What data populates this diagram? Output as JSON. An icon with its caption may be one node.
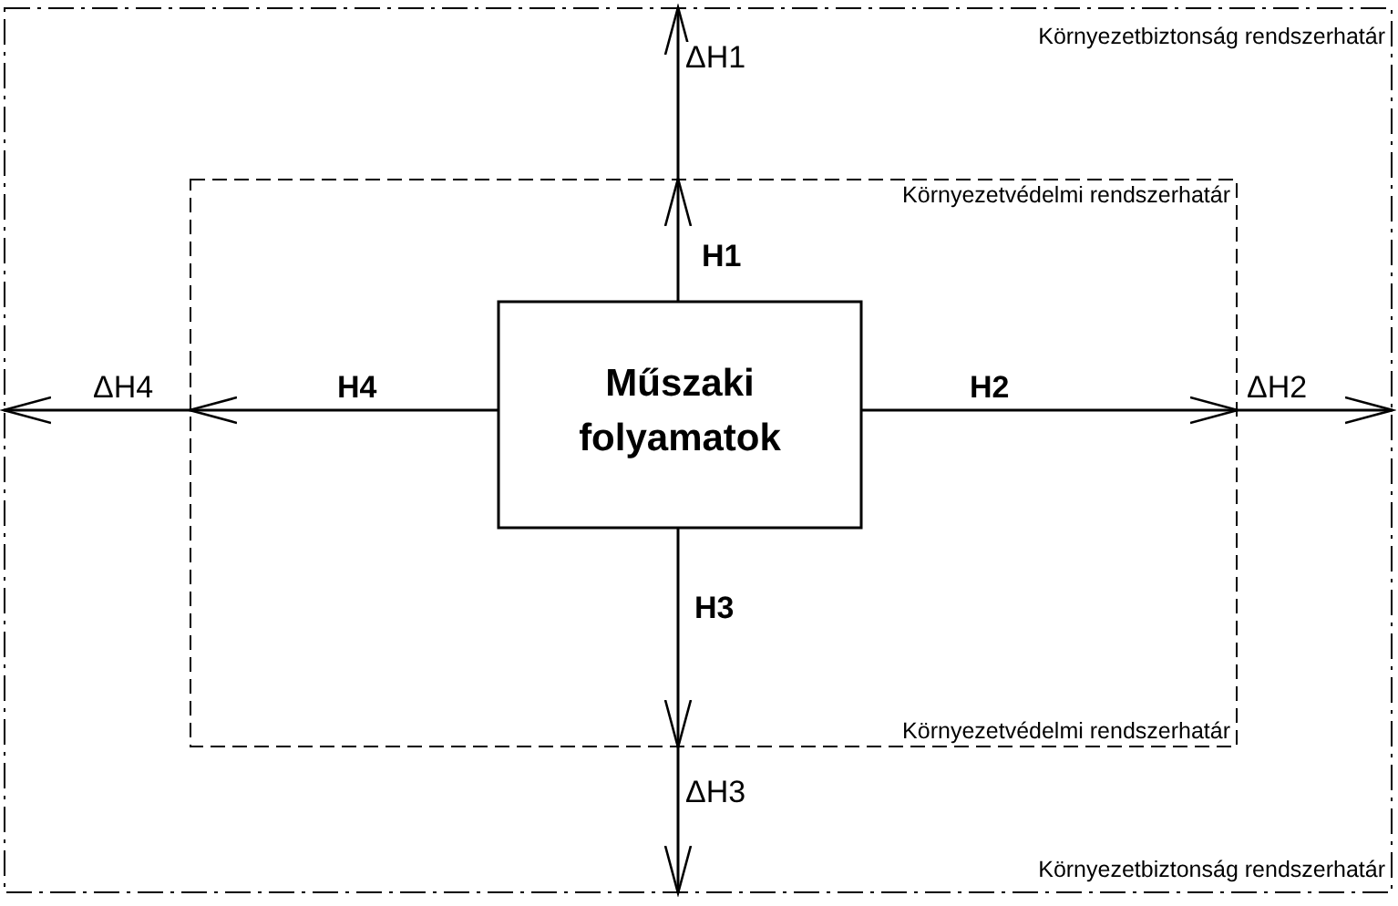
{
  "diagram": {
    "nodes": [
      {
        "text": [
          "Környezetbiztonság rendszerhatár",
          "Környezetbiztonság rendszerhatár"
        ]
      },
      {
        "text": [
          "Környezetvédelmi rendszerhatár",
          "Környezetvédelmi rendszerhatár"
        ],
        "in": 0
      },
      {
        "text": [
          "Műszaki folyamatok"
        ],
        "in": 1
      }
    ],
    "edges": [
      {
        "from": 1,
        "to": 0,
        "arrow": "to",
        "label": "ΔH1"
      },
      {
        "from": 2,
        "to": 1,
        "arrow": "to",
        "label": "H1"
      },
      {
        "from": 1,
        "to": 0,
        "arrow": "to",
        "label": "ΔH4"
      },
      {
        "from": 2,
        "to": 1,
        "arrow": "to",
        "label": "H4"
      },
      {
        "from": 2,
        "to": 1,
        "arrow": "to",
        "label": "H2"
      },
      {
        "from": 1,
        "to": 0,
        "arrow": "to",
        "label": "ΔH2"
      },
      {
        "from": 2,
        "to": 1,
        "arrow": "to",
        "label": "H3"
      },
      {
        "from": 1,
        "to": 0,
        "arrow": "to",
        "label": "ΔH3"
      }
    ]
  }
}
